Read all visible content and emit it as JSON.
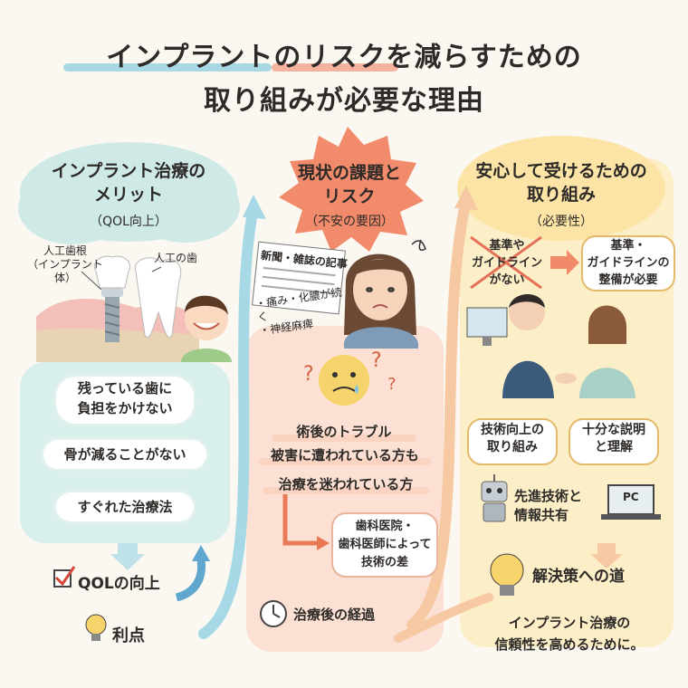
{
  "title": {
    "line1": "インプラントのリスクを減らすための",
    "line2": "取り組みが必要な理由"
  },
  "left": {
    "heading": "インプラント治療の\nメリット",
    "sub": "（QOL向上）",
    "label_root": "人工歯根\n（インプラント体）",
    "label_tooth": "人工の歯",
    "benefits": [
      "残っている歯に\n負担をかけない",
      "骨が減ることがない",
      "すぐれた治療法"
    ],
    "qol": "QOLの向上",
    "result": "利点"
  },
  "middle": {
    "heading": "現状の課題と\nリスク",
    "sub": "（不安の要因）",
    "newspaper": "新聞・雑誌の記事",
    "symptoms": "・痛み・化膿が続く\n・神経麻痺",
    "issue1": "術後のトラブル",
    "issue2": "被害に遭われている方も",
    "issue3": "治療を迷われている方",
    "skill_gap": "歯科医院・\n歯科医師によって\n技術の差",
    "after": "治療後の経過"
  },
  "right": {
    "heading": "安心して受けるための\n取り組み",
    "sub": "（必要性）",
    "no_guideline": "基準や\nガイドライン\nがない",
    "need_guideline": "基準・\nガイドラインの\n整備が必要",
    "tech": "技術向上の\n取り組み",
    "explain": "十分な説明\nと理解",
    "share": "先進技術と\n情報共有",
    "pc": "PC",
    "solution": "解決策への道",
    "final": "インプラント治療の\n信頼性を高めるために。"
  },
  "colors": {
    "teal": "#d8efec",
    "peach": "#fbe0d3",
    "yellow": "#fcefc7",
    "orange": "#f08a68",
    "blue": "#8ecde0"
  }
}
